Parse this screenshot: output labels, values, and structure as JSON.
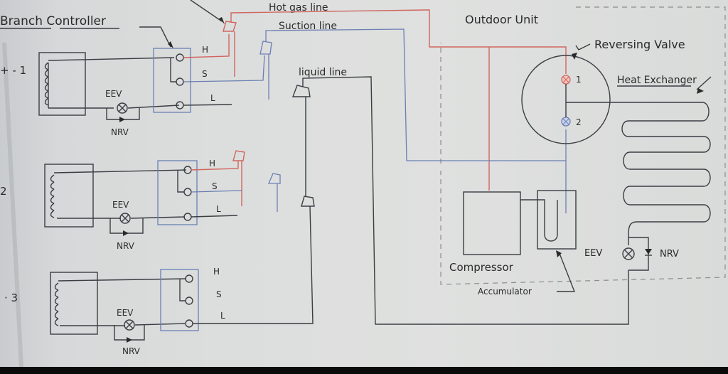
{
  "title": "VRF Heat Recovery System Diagram",
  "labels": {
    "branch_controller": "Branch Controller",
    "hot_gas_line": "Hot gas line",
    "suction_line": "Suction line",
    "liquid_line": "liquid line",
    "outdoor_unit": "Outdoor Unit",
    "reversing_valve": "Reversing Valve",
    "heat_exchanger": "Heat Exchanger",
    "compressor": "Compressor",
    "accumulator": "Accumulator",
    "outdoor_eev": "EEV",
    "outdoor_nrv": "NRV",
    "valve_port_1": "1",
    "valve_port_2": "2"
  },
  "indoor_units": [
    {
      "id_label": "+ - 1",
      "eev": "EEV",
      "nrv": "NRV",
      "ports": [
        "H",
        "S",
        "L"
      ]
    },
    {
      "id_label": "2",
      "eev": "EEV",
      "nrv": "NRV",
      "ports": [
        "H",
        "S",
        "L"
      ]
    },
    {
      "id_label": "· 3",
      "eev": "EEV",
      "nrv": "NRV",
      "ports": [
        "H",
        "S",
        "L"
      ]
    }
  ],
  "colors": {
    "hot_gas": "#d0665e",
    "suction": "#6b7fb3",
    "liquid": "#3a3d42",
    "board": "#dcdedd"
  }
}
